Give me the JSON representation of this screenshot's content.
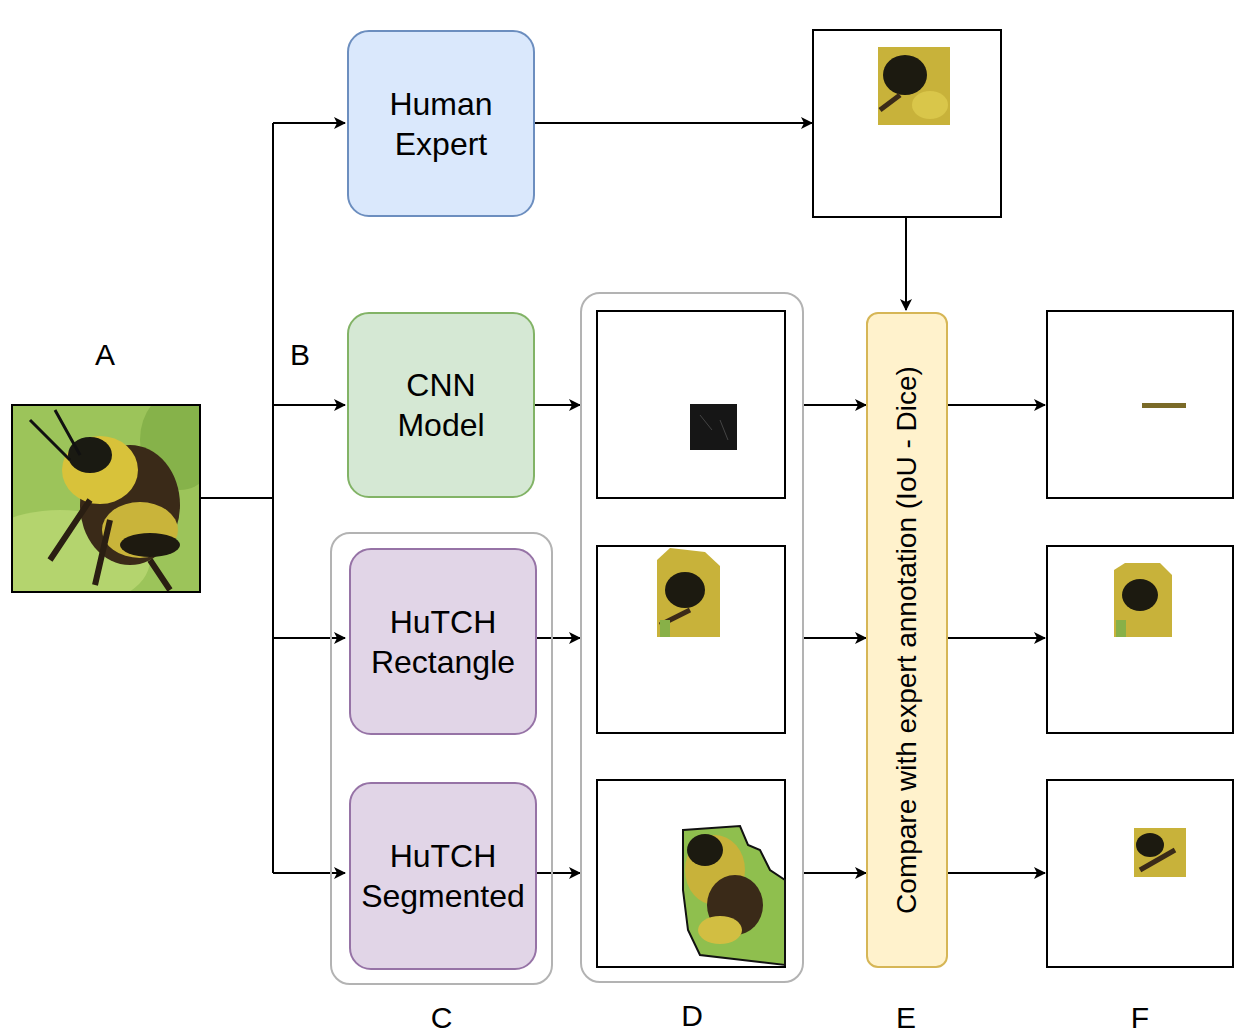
{
  "diagram": {
    "nodes": [
      {
        "text": [
          "Human Expert"
        ]
      },
      {
        "text": [
          "CNN Model"
        ]
      },
      {
        "text": [
          "C"
        ]
      },
      {
        "text": [
          "HuTCH Rectangle"
        ],
        "in": 2
      },
      {
        "text": [
          "HuTCH Segmented"
        ],
        "in": 2
      },
      {
        "text": [
          "D"
        ]
      },
      {
        "text": [
          "Compare with expert annotation (IoU - Dice)"
        ]
      }
    ],
    "edges": [
      {
        "from": 1,
        "to": 5,
        "arrow": "to"
      },
      {
        "from": 3,
        "to": 5,
        "arrow": "to"
      },
      {
        "from": 4,
        "to": 5,
        "arrow": "to"
      },
      {
        "from": 5,
        "to": 6,
        "arrow": "to"
      },
      {
        "from": 5,
        "to": 6,
        "arrow": "to"
      },
      {
        "from": 5,
        "to": 6,
        "arrow": "to"
      }
    ],
    "labels": [
      "A",
      "B",
      "E",
      "F"
    ]
  }
}
